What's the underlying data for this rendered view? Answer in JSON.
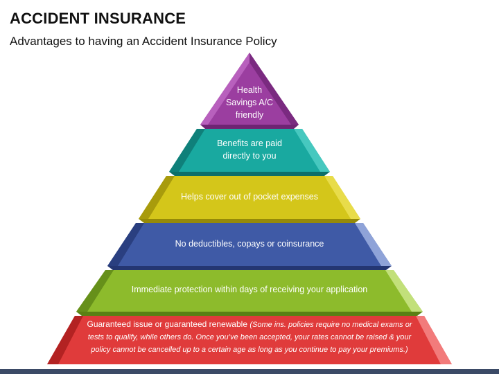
{
  "header": {
    "title": "ACCIDENT INSURANCE",
    "subtitle": "Advantages to having an Accident Insurance Policy"
  },
  "pyramid": {
    "levels": [
      {
        "text": "Health Savings A/C friendly",
        "lines": [
          "Health",
          "Savings A/C",
          "friendly"
        ],
        "color": "#9b3ea0"
      },
      {
        "text": "Benefits are paid directly to you",
        "lines": [
          "Benefits are paid",
          "directly to you"
        ],
        "color": "#19a9a0"
      },
      {
        "text": "Helps cover out of pocket expenses",
        "color": "#d4c61a"
      },
      {
        "text": "No deductibles, copays or coinsurance",
        "color": "#3f5aa6"
      },
      {
        "text": "Immediate protection within days of receiving your application",
        "color": "#8dbb2c"
      },
      {
        "text": "Guaranteed issue or guaranteed renewable",
        "note": "(Some ins. policies require no medical exams or tests to qualify, while others do. Once you’ve been accepted, your rates cannot be raised & your policy cannot be cancelled up to a certain age as long as you continue to pay your premiums.)",
        "color": "#e03b3b"
      }
    ]
  }
}
